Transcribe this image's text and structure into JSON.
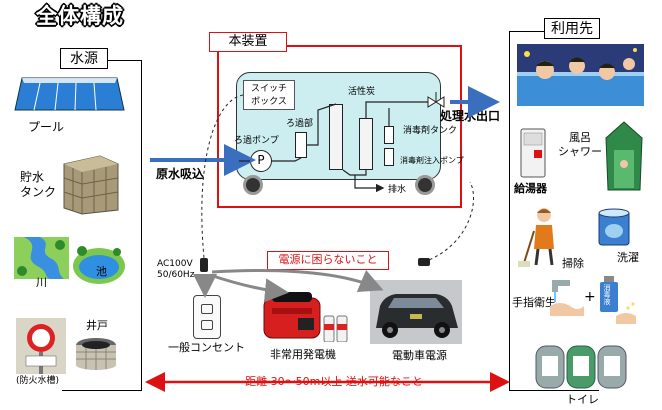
{
  "title": "全体構成",
  "sources": {
    "header": "水源",
    "pool": "プール",
    "storage_tank": "貯水\nタンク",
    "river": "川",
    "pond": "池",
    "well": "井戸",
    "fire_tank": "(防火水槽)"
  },
  "destinations": {
    "header": "利用先",
    "bath_shower": "風呂\nシャワー",
    "water_heater": "給湯器",
    "cleaning": "掃除",
    "laundry": "洗濯",
    "hand_hygiene": "手指衛生",
    "disinfectant_bottle": "消毒液",
    "toilet": "トイレ"
  },
  "unit": {
    "label": "本装置",
    "switch_box": "スイッチ\nボックス",
    "activated_carbon": "活性炭",
    "filter_pump": "ろ過ポンプ",
    "filter_unit": "ろ過部",
    "disinfectant_tank": "消毒剤タンク",
    "disinfectant_pump": "消毒剤注入ポンプ",
    "drain": "排水",
    "pump_symbol": "P"
  },
  "flow": {
    "intake": "原水吸込",
    "outlet": "処理水出口"
  },
  "power": {
    "spec": "AC100V\n50/60Hz",
    "note": "電源に困らないこと",
    "outlet": "一般コンセント",
    "generator": "非常用発電機",
    "ev": "電動車電源"
  },
  "distance_note": "距離 30～50m以上 送水可能なこと",
  "colors": {
    "frame_red": "#dd1111",
    "arrow_blue": "#3a6fc0",
    "tank_fill": "#cdeef0"
  }
}
